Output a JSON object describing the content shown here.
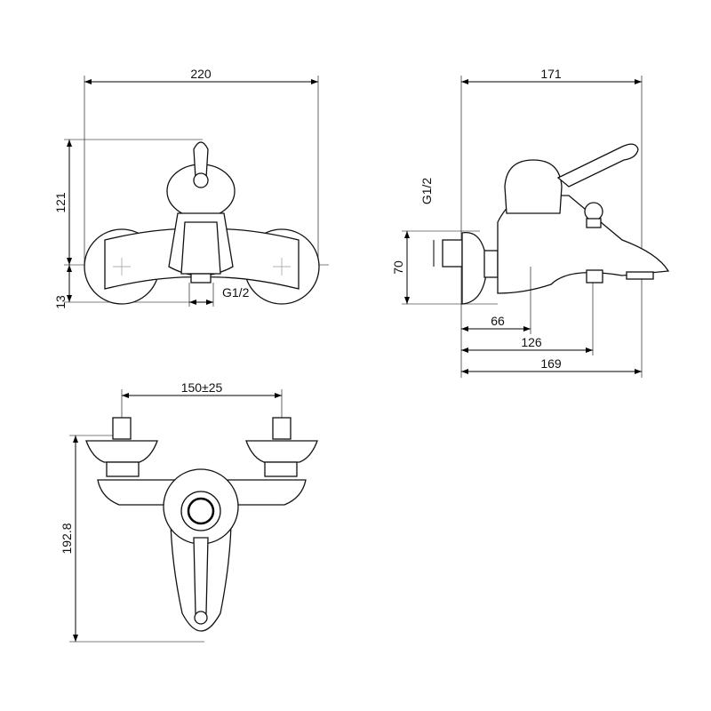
{
  "front_view": {
    "width_label": "220",
    "height_label": "121",
    "offset_label": "13",
    "thread_label": "G1/2"
  },
  "side_view": {
    "depth_label": "171",
    "thread_label": "G1/2",
    "height_label": "70",
    "dim_66": "66",
    "dim_126": "126",
    "dim_169": "169"
  },
  "top_view": {
    "spacing_label": "150±25",
    "length_label": "192.8"
  }
}
